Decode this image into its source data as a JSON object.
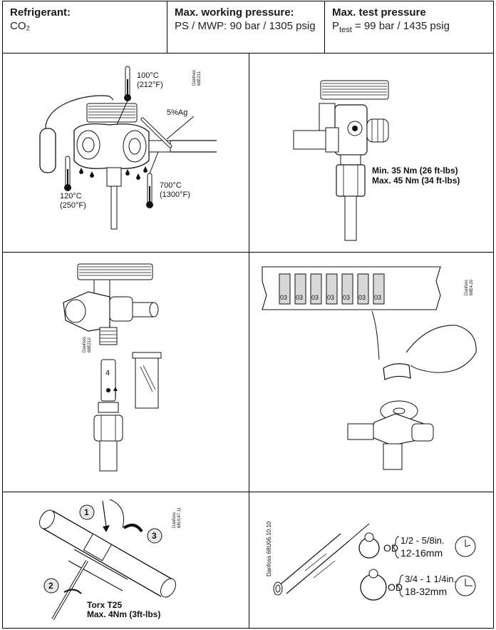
{
  "header": {
    "refrigerant_title": "Refrigerant:",
    "refrigerant_value": "CO₂",
    "mwp_title": "Max. working pressure:",
    "mwp_value": "PS / MWP: 90 bar / 1305 psig",
    "test_title": "Max. test pressure",
    "test_value_prefix": "P",
    "test_value_sub": "test",
    "test_value_rest": " = 99 bar / 1435 psig"
  },
  "panel1": {
    "temp_top_c": "100°C",
    "temp_top_f": "(212°F)",
    "temp_left_c": "120°C",
    "temp_left_f": "(250°F)",
    "temp_right_c": "700°C",
    "temp_right_f": "(1300°F)",
    "solder": "5%Ag",
    "stamp_a": "Danfoss",
    "stamp_b": "68E211"
  },
  "panel2": {
    "torque_min": "Min. 35 Nm (26 ft-lbs)",
    "torque_max": "Max. 45 Nm (34 ft-lbs)"
  },
  "panel3": {
    "orifice_number": "4",
    "stamp_a": "Danfoss",
    "stamp_b": "68E210"
  },
  "panel4": {
    "orifice_labels": [
      "03",
      "03",
      "03",
      "03",
      "03",
      "03",
      "03"
    ],
    "stamp_a": "Danfoss",
    "stamp_b": "68E4.20"
  },
  "panel5": {
    "step1": "1",
    "step2": "2",
    "step3": "3",
    "torx": "Torx T25",
    "torque": "Max. 4Nm (3ft-lbs)",
    "stamp_a": "Danfoss",
    "stamp_b": "68U147.11"
  },
  "panel6": {
    "stamp": "Danfoss 68U06.10.10",
    "od_label": "OD",
    "small_in": "1/2 - 5/8in.",
    "small_mm": "12-16mm",
    "large_in": "3/4 - 1 1/4in.",
    "large_mm": "18-32mm"
  }
}
